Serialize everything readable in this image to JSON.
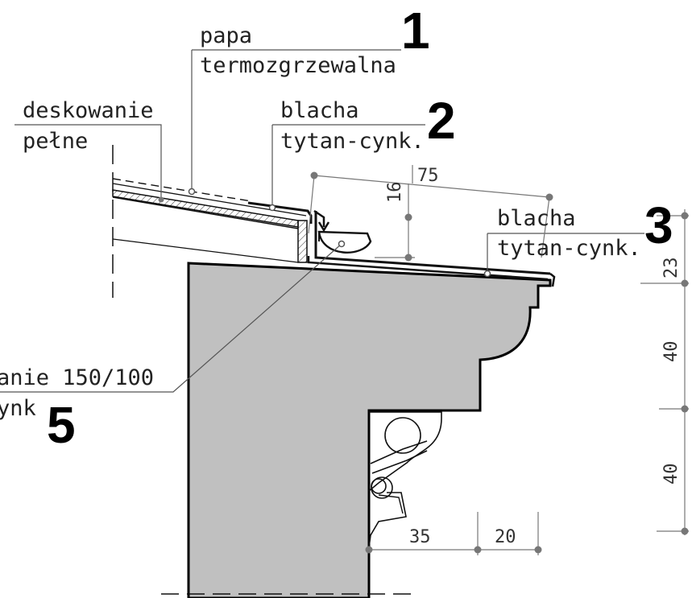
{
  "labels": {
    "papa_line1": "papa",
    "papa_line2": "termozgrzewalna",
    "deskowanie_line1": "deskowanie",
    "deskowanie_line2": "pełne",
    "blacha2_line1": "blacha",
    "blacha2_line2": "tytan-cynk.",
    "blacha3_line1": "blacha",
    "blacha3_line2": "tytan-cynk.",
    "rynna_line1": "anie 150/100",
    "rynna_line2": "ynk"
  },
  "markers": {
    "m1": "1",
    "m2": "2",
    "m3": "3",
    "m5": "5"
  },
  "dimensions": {
    "d16": "16",
    "d75": "75",
    "d23": "23",
    "d40a": "40",
    "d40b": "40",
    "d35": "35",
    "d20": "20"
  },
  "colors": {
    "masonry_fill": "#c0c0c0",
    "line": "#111111",
    "dimension": "#777777"
  }
}
